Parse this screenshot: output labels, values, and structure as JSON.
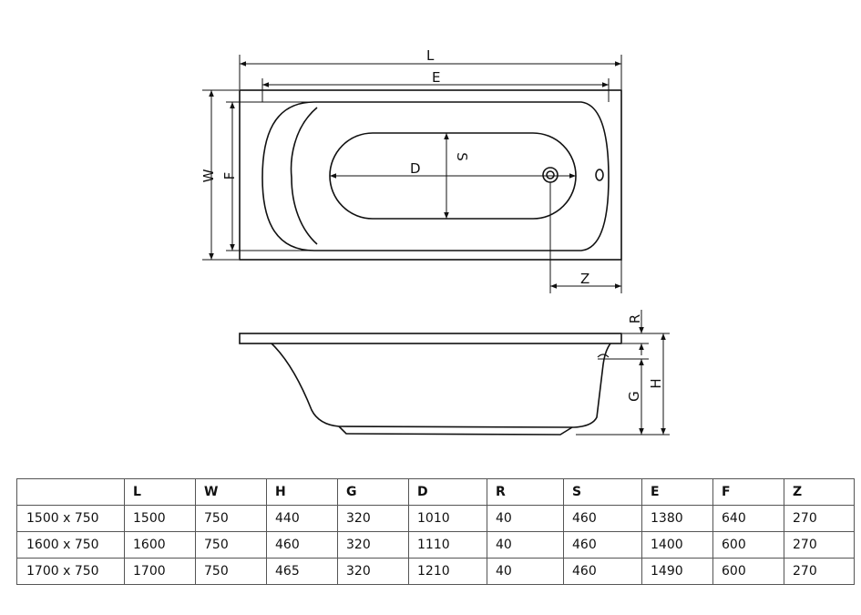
{
  "drawing": {
    "top_view": {
      "labels": {
        "L": "L",
        "E": "E",
        "W": "W",
        "F": "F",
        "D": "D",
        "S": "S",
        "Z": "Z"
      }
    },
    "side_view": {
      "labels": {
        "R": "R",
        "G": "G",
        "H": "H"
      }
    }
  },
  "table": {
    "headers": [
      "",
      "L",
      "W",
      "H",
      "G",
      "D",
      "R",
      "S",
      "E",
      "F",
      "Z"
    ],
    "rows": [
      [
        "1500 x 750",
        "1500",
        "750",
        "440",
        "320",
        "1010",
        "40",
        "460",
        "1380",
        "640",
        "270"
      ],
      [
        "1600 x 750",
        "1600",
        "750",
        "460",
        "320",
        "1110",
        "40",
        "460",
        "1400",
        "600",
        "270"
      ],
      [
        "1700 x 750",
        "1700",
        "750",
        "465",
        "320",
        "1210",
        "40",
        "460",
        "1490",
        "600",
        "270"
      ]
    ]
  }
}
